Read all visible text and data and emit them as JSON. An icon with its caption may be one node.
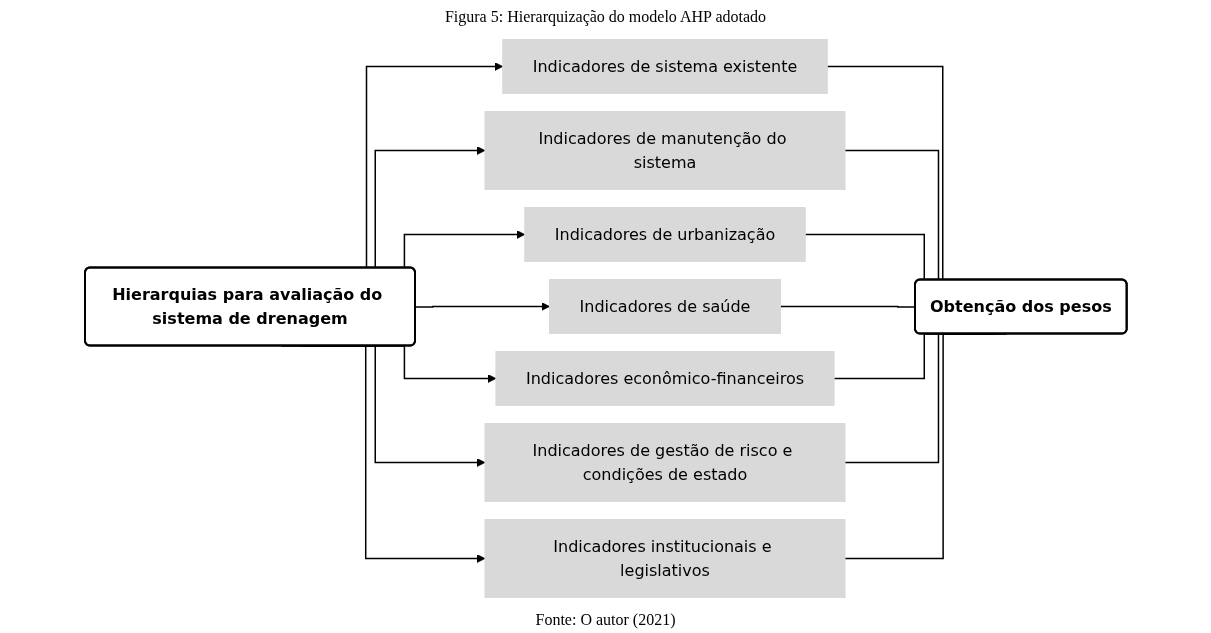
{
  "diagram": {
    "title": "Figura 5: Hierarquização do modelo AHP adotado",
    "caption": "Fonte: O autor (2021)",
    "nodes": [
      {
        "text": [
          "Hierarquias para avaliação do sistema de drenagem"
        ]
      },
      {
        "text": [
          "Indicadores de sistema existente"
        ]
      },
      {
        "text": [
          "Indicadores de manutenção do sistema"
        ]
      },
      {
        "text": [
          "Indicadores de urbanização"
        ]
      },
      {
        "text": [
          "Indicadores de saúde"
        ]
      },
      {
        "text": [
          "Indicadores econômico-financeiros"
        ]
      },
      {
        "text": [
          "Indicadores de gestão de risco e condições de estado"
        ]
      },
      {
        "text": [
          "Indicadores institucionais e legislativos"
        ]
      },
      {
        "text": [
          "Obtenção dos pesos"
        ]
      }
    ],
    "edges": [
      {
        "from": 0,
        "to": 1,
        "arrow": "to"
      },
      {
        "from": 0,
        "to": 2,
        "arrow": "to"
      },
      {
        "from": 0,
        "to": 3,
        "arrow": "to"
      },
      {
        "from": 0,
        "to": 4,
        "arrow": "to"
      },
      {
        "from": 0,
        "to": 5,
        "arrow": "to"
      },
      {
        "from": 0,
        "to": 6,
        "arrow": "to"
      },
      {
        "from": 0,
        "to": 7,
        "arrow": "to"
      },
      {
        "from": 1,
        "to": 8,
        "arrow": "none"
      },
      {
        "from": 2,
        "to": 8,
        "arrow": "none"
      },
      {
        "from": 3,
        "to": 8,
        "arrow": "none"
      },
      {
        "from": 4,
        "to": 8,
        "arrow": "none"
      },
      {
        "from": 5,
        "to": 8,
        "arrow": "none"
      },
      {
        "from": 6,
        "to": 8,
        "arrow": "none"
      },
      {
        "from": 7,
        "to": 8,
        "arrow": "none"
      }
    ]
  }
}
